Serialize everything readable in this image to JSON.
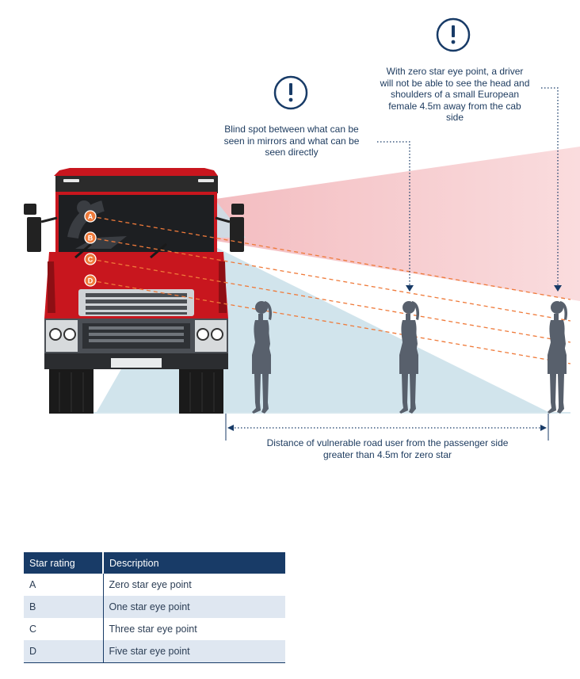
{
  "callouts": {
    "blind_spot": "Blind spot between what can be seen in mirrors and what can be seen directly",
    "zero_star": "With zero star eye point, a driver will not be able to see the head and shoulders of a small European female 4.5m away from the cab side"
  },
  "eye_points": [
    "A",
    "B",
    "C",
    "D"
  ],
  "distance_text": "Distance of vulnerable road user from the passenger side greater than 4.5m for zero star",
  "table": {
    "headers": [
      "Star rating",
      "Description"
    ],
    "rows": [
      {
        "rating": "A",
        "description": "Zero star eye point"
      },
      {
        "rating": "B",
        "description": "One star eye point"
      },
      {
        "rating": "C",
        "description": "Three star eye point"
      },
      {
        "rating": "D",
        "description": "Five star eye point"
      }
    ]
  },
  "colors": {
    "navy": "#183b67",
    "truck_red": "#c8161e",
    "eye_point_orange": "#ef7a3a",
    "sight_zone_pink": "#f7c7c9",
    "blind_zone_blue": "#c9dfe9",
    "figure_grey": "#58606c"
  }
}
